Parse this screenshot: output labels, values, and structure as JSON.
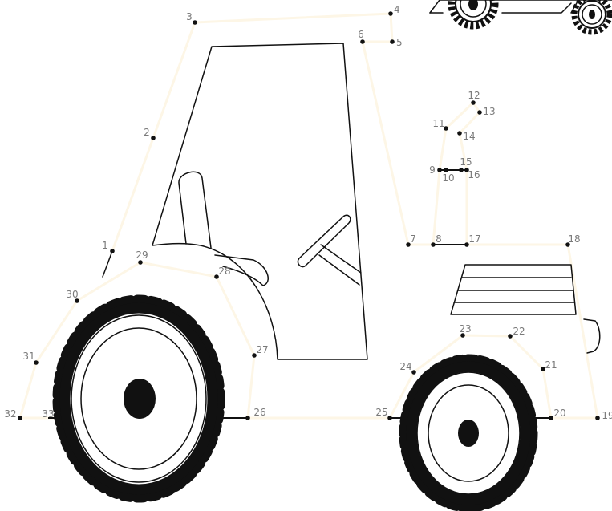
{
  "puzzle": {
    "dots": [
      {
        "n": 1,
        "label": "1"
      },
      {
        "n": 2,
        "label": "2"
      },
      {
        "n": 3,
        "label": "3"
      },
      {
        "n": 4,
        "label": "4"
      },
      {
        "n": 5,
        "label": "5"
      },
      {
        "n": 6,
        "label": "6"
      },
      {
        "n": 7,
        "label": "7"
      },
      {
        "n": 8,
        "label": "8"
      },
      {
        "n": 9,
        "label": "9"
      },
      {
        "n": 10,
        "label": "10"
      },
      {
        "n": 11,
        "label": "11"
      },
      {
        "n": 12,
        "label": "12"
      },
      {
        "n": 13,
        "label": "13"
      },
      {
        "n": 14,
        "label": "14"
      },
      {
        "n": 15,
        "label": "15"
      },
      {
        "n": 16,
        "label": "16"
      },
      {
        "n": 17,
        "label": "17"
      },
      {
        "n": 18,
        "label": "18"
      },
      {
        "n": 19,
        "label": "19"
      },
      {
        "n": 20,
        "label": "20"
      },
      {
        "n": 21,
        "label": "21"
      },
      {
        "n": 22,
        "label": "22"
      },
      {
        "n": 23,
        "label": "23"
      },
      {
        "n": 24,
        "label": "24"
      },
      {
        "n": 25,
        "label": "25"
      },
      {
        "n": 26,
        "label": "26"
      },
      {
        "n": 27,
        "label": "27"
      },
      {
        "n": 28,
        "label": "28"
      },
      {
        "n": 29,
        "label": "29"
      },
      {
        "n": 30,
        "label": "30"
      },
      {
        "n": 31,
        "label": "31"
      },
      {
        "n": 32,
        "label": "32"
      },
      {
        "n": 33,
        "label": "33"
      }
    ]
  },
  "colors": {
    "ink": "#111111",
    "label": "#7a7a7a",
    "guide": "#fdf6e6",
    "background": "#ffffff"
  }
}
